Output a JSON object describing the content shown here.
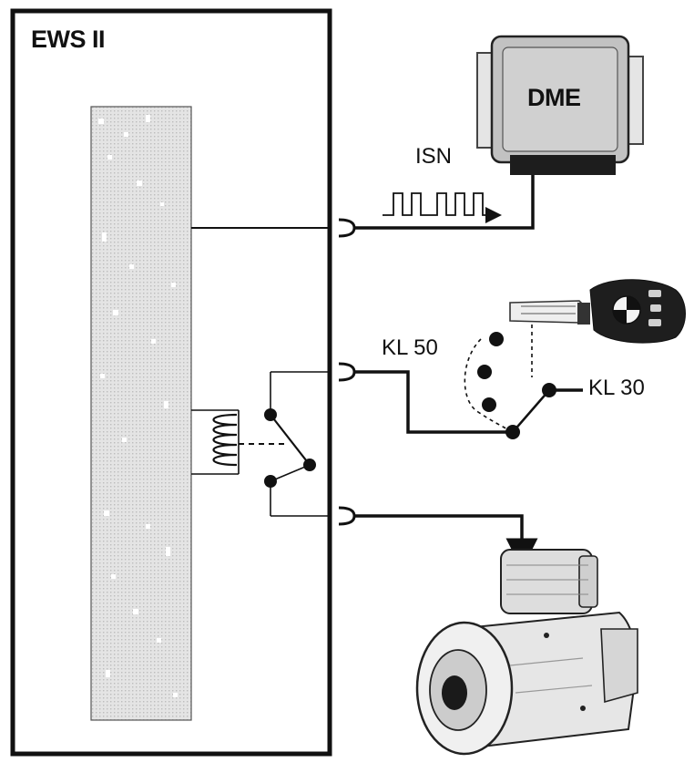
{
  "diagram": {
    "ews_label": "EWS II",
    "dme_label": "DME",
    "isn_label": "ISN",
    "kl50_label": "KL 50",
    "kl30_label": "KL 30"
  },
  "colors": {
    "line": "#111111",
    "box_fill": "#ffffff",
    "module_fill": "#d4d4d4",
    "dme_fill": "#c2c2c2",
    "starter_fill": "#e6e6e6"
  }
}
